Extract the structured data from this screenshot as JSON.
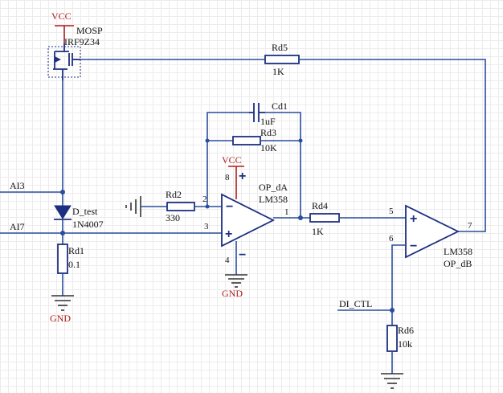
{
  "power": {
    "vcc_top": "VCC",
    "vcc_opa": "VCC",
    "gnd_left": "GND",
    "gnd_opa": "GND"
  },
  "nets": {
    "ai3": "AI3",
    "ai7": "AI7",
    "di_ctl": "DI_CTL"
  },
  "components": {
    "mosfet": {
      "ref": "MOSP",
      "value": "IRF9Z34"
    },
    "rd5": {
      "ref": "Rd5",
      "value": "1K"
    },
    "cd1": {
      "ref": "Cd1",
      "value": "1uF"
    },
    "rd3": {
      "ref": "Rd3",
      "value": "10K"
    },
    "rd2": {
      "ref": "Rd2",
      "value": "330"
    },
    "rd4": {
      "ref": "Rd4",
      "value": "1K"
    },
    "rd1": {
      "ref": "Rd1",
      "value": "0.1"
    },
    "rd6": {
      "ref": "Rd6",
      "value": "10k"
    },
    "diode": {
      "ref": "D_test",
      "value": "1N4007"
    },
    "opa": {
      "ref": "OP_dA",
      "value": "LM358"
    },
    "opb": {
      "ref": "OP_dB",
      "value": "LM358"
    }
  },
  "pins": {
    "opa_inv": "2",
    "opa_noninv": "3",
    "opa_out": "1",
    "opa_vcc": "8",
    "opa_gnd": "4",
    "opb_noninv": "5",
    "opb_inv": "6",
    "opb_out": "7"
  },
  "signs": {
    "plus": "+",
    "minus": "−"
  }
}
